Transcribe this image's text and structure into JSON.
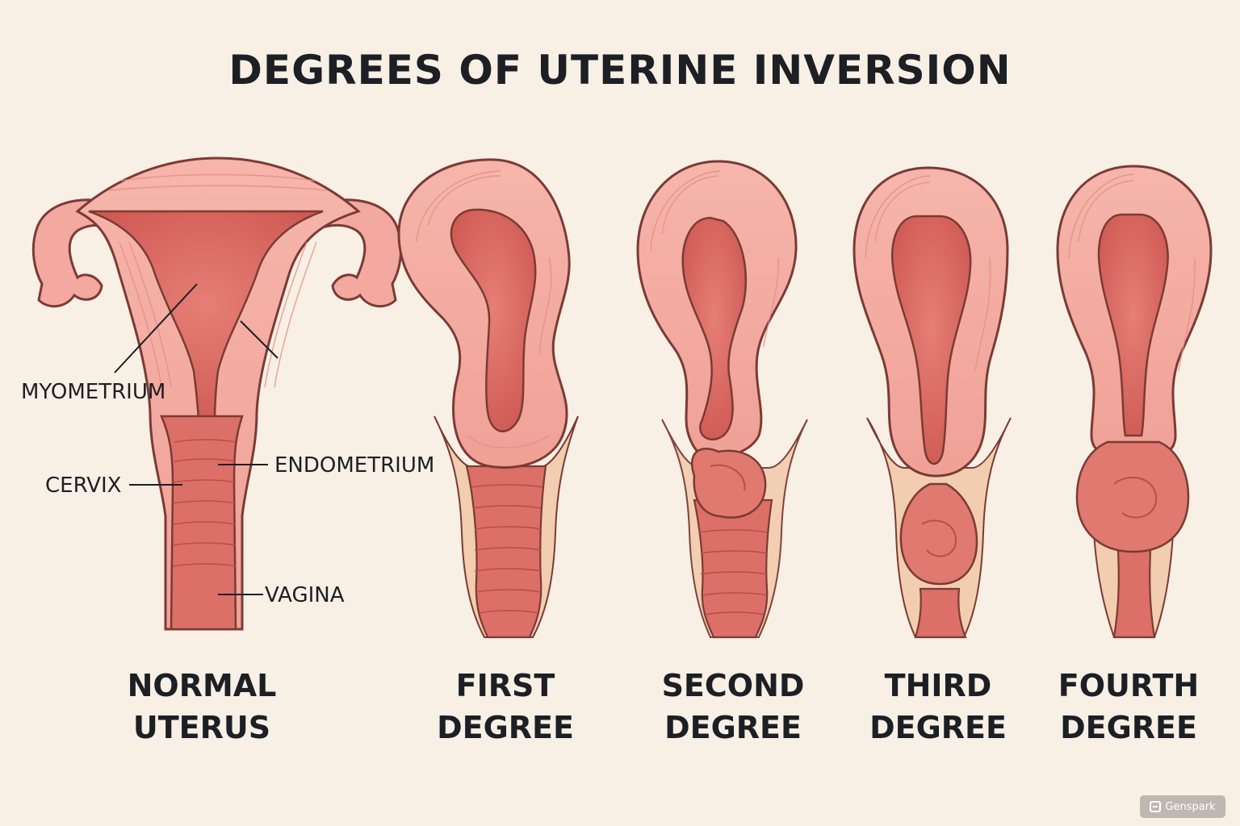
{
  "title": "DEGREES OF UTERINE INVERSION",
  "labels": {
    "myometrium": "MYOMETRIUM",
    "endometrium": "ENDOMETRIUM",
    "cervix": "CERVIX",
    "vagina": "VAGINA"
  },
  "stages": [
    {
      "line1": "NORMAL",
      "line2": "UTERUS"
    },
    {
      "line1": "FIRST",
      "line2": "DEGREE"
    },
    {
      "line1": "SECOND",
      "line2": "DEGREE"
    },
    {
      "line1": "THIRD",
      "line2": "DEGREE"
    },
    {
      "line1": "FOURTH",
      "line2": "DEGREE"
    }
  ],
  "watermark": "Genspark",
  "colors": {
    "background": "#f8efe5",
    "tissue": "#f3a8a0",
    "cavity": "#d9665f",
    "outline": "#7a3b34",
    "vaginal_wall": "#f2cdb0",
    "text": "#1c1f24"
  }
}
